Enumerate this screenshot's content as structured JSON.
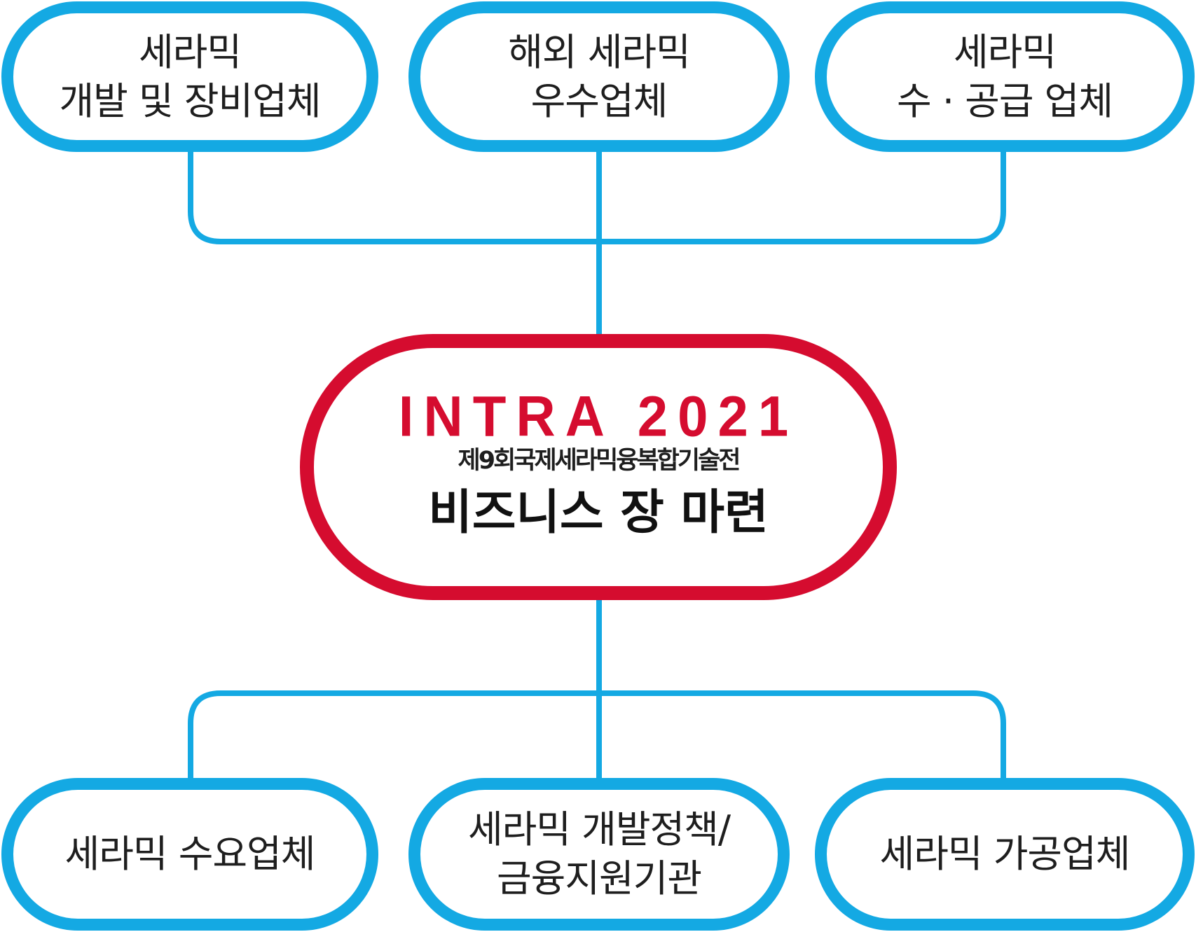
{
  "colors": {
    "connector": "#14a9e3",
    "outer_node_border": "#14a9e3",
    "center_node_border": "#d50c2f",
    "center_title": "#d50c2f"
  },
  "center_node": {
    "title": "INTRA 2021",
    "subtitle": "제9회국제세라믹융복합기술전",
    "tagline": "비즈니스 장 마련"
  },
  "top_nodes": [
    {
      "lines": [
        "세라믹",
        "개발 및 장비업체"
      ]
    },
    {
      "lines": [
        "해외 세라믹",
        "우수업체"
      ]
    },
    {
      "lines": [
        "세라믹",
        "수 · 공급 업체"
      ]
    }
  ],
  "bottom_nodes": [
    {
      "lines": [
        "세라믹 수요업체"
      ]
    },
    {
      "lines": [
        "세라믹 개발정책/",
        "금융지원기관"
      ]
    },
    {
      "lines": [
        "세라믹 가공업체"
      ]
    }
  ]
}
